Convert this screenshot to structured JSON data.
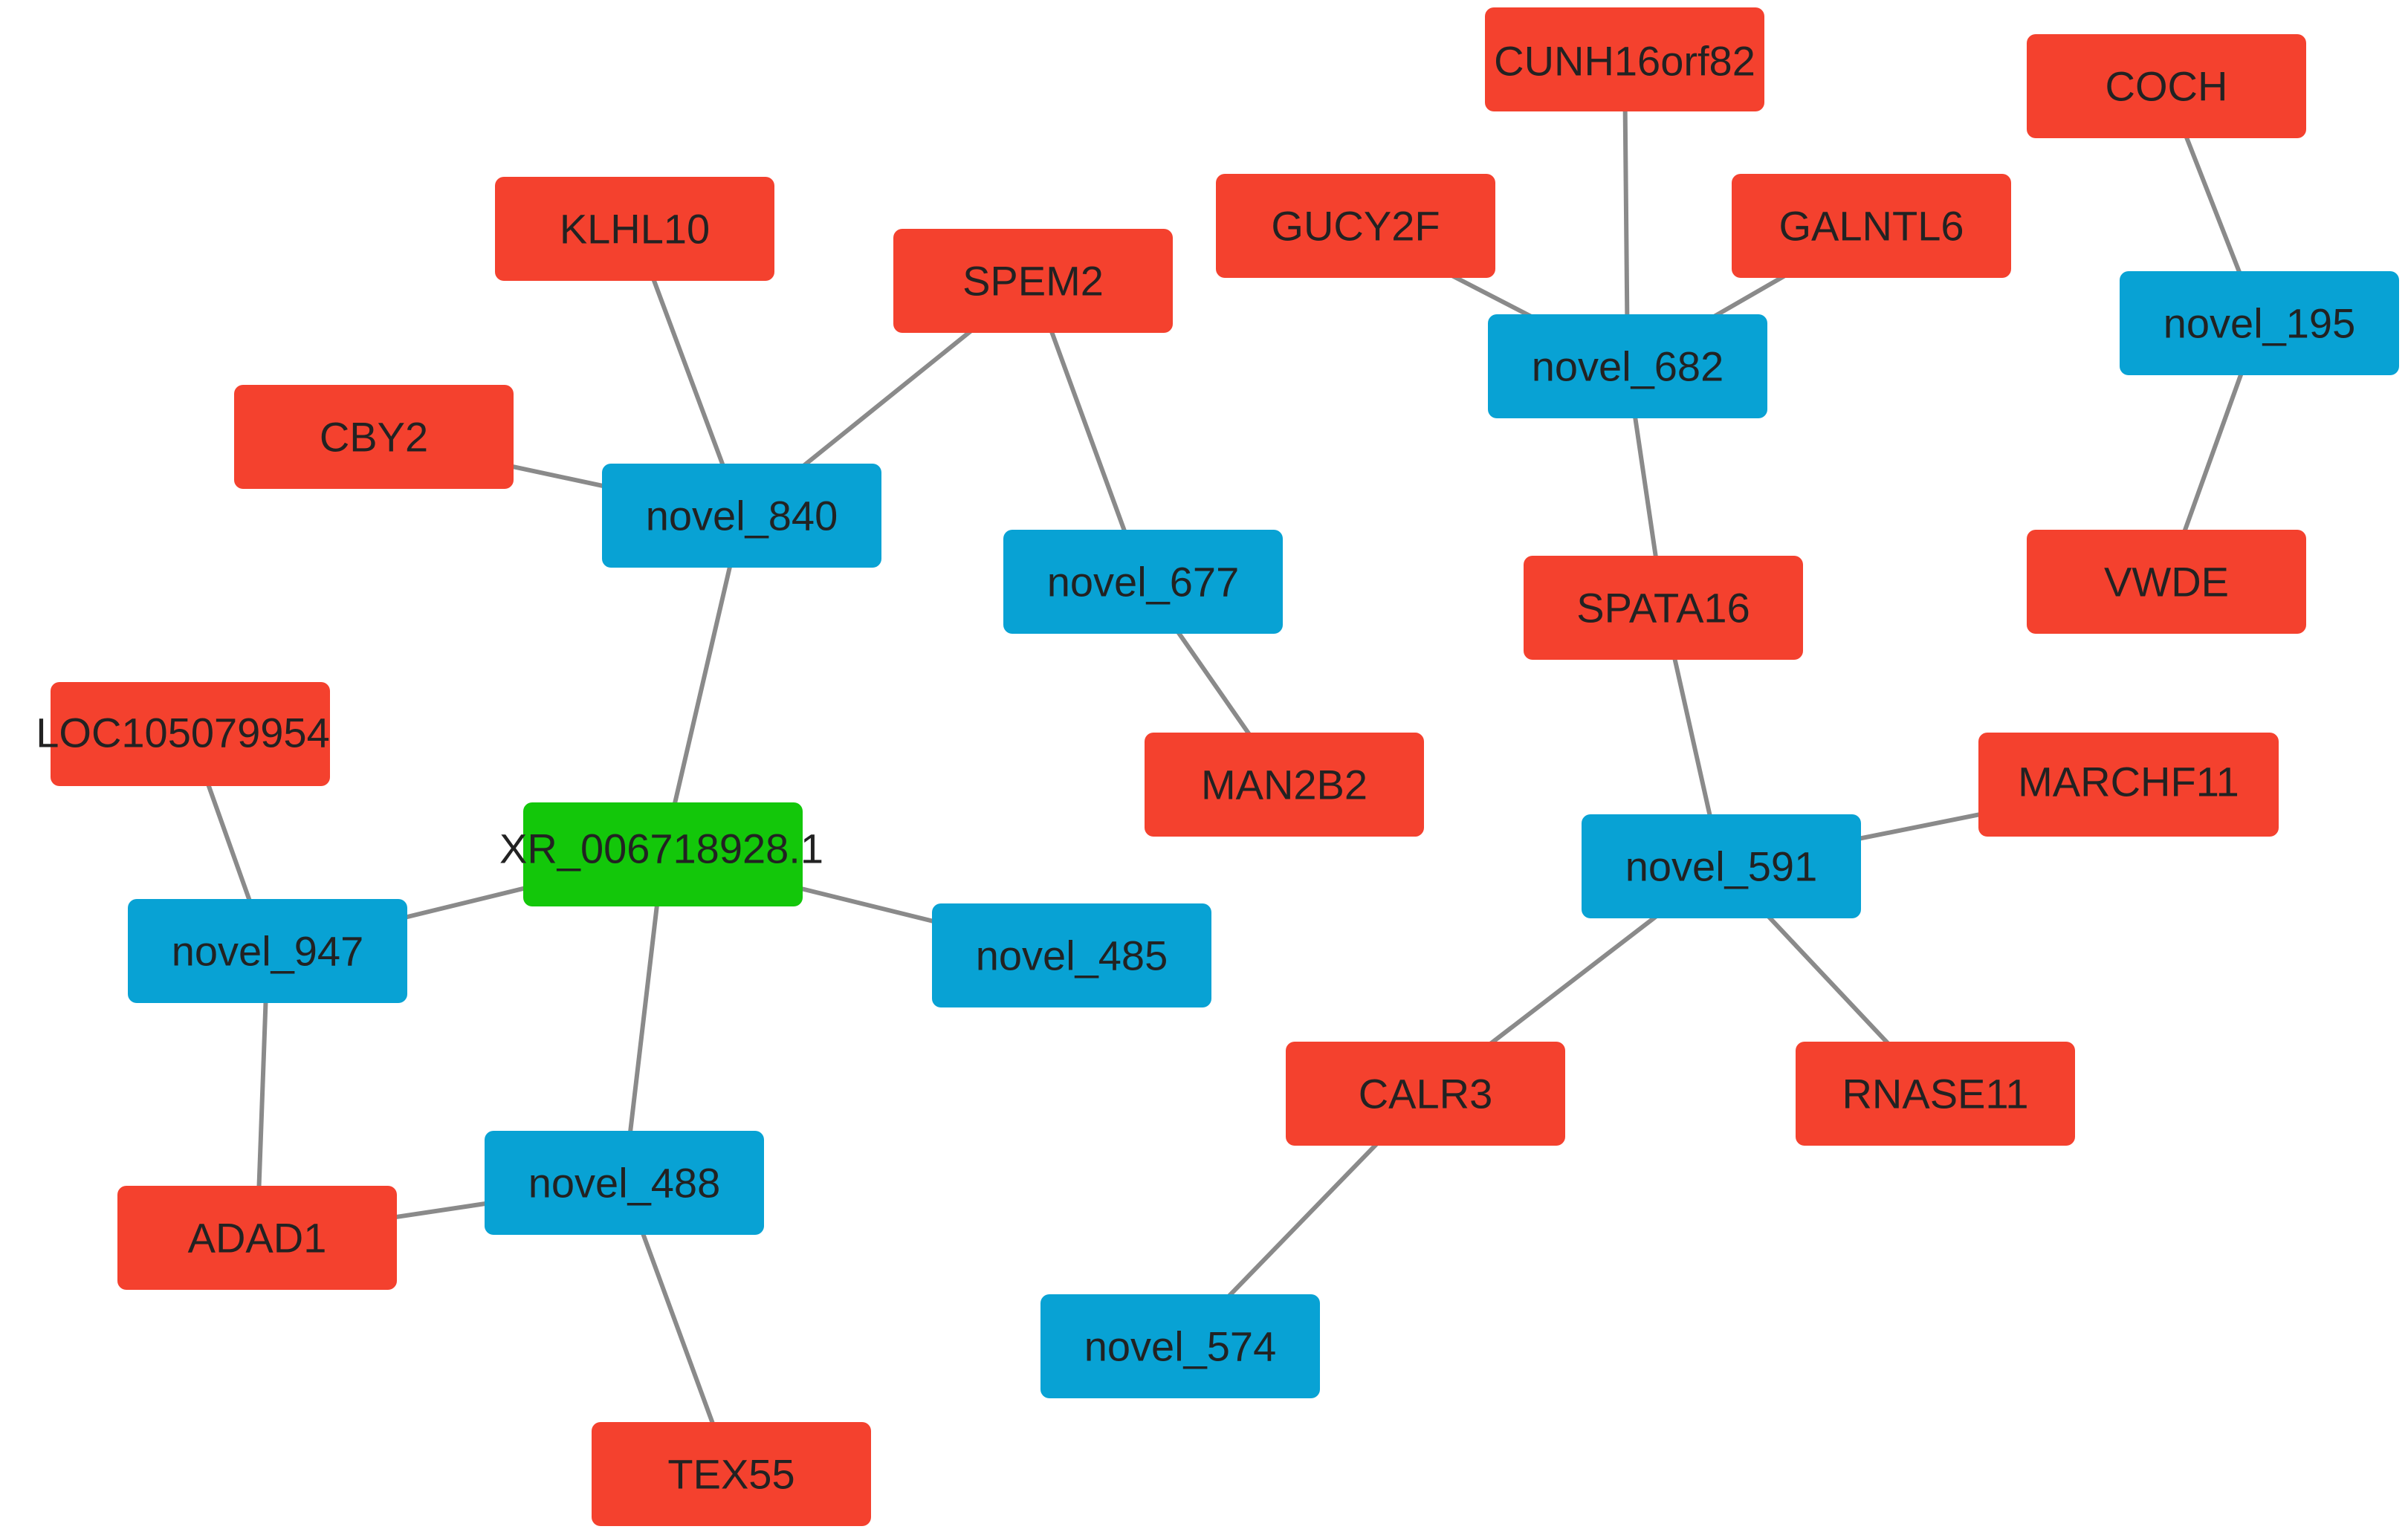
{
  "colors": {
    "mrna": "#f4412e",
    "mirna": "#08a2d4",
    "lncrna": "#13c70a",
    "edge": "#8a8a8a",
    "label": "#222222"
  },
  "nodes": [
    {
      "id": "CUNH16orf82",
      "label": "CUNH16orf82",
      "type": "mrna"
    },
    {
      "id": "COCH",
      "label": "COCH",
      "type": "mrna"
    },
    {
      "id": "KLHL10",
      "label": "KLHL10",
      "type": "mrna"
    },
    {
      "id": "GUCY2F",
      "label": "GUCY2F",
      "type": "mrna"
    },
    {
      "id": "GALNTL6",
      "label": "GALNTL6",
      "type": "mrna"
    },
    {
      "id": "SPEM2",
      "label": "SPEM2",
      "type": "mrna"
    },
    {
      "id": "novel_195",
      "label": "novel_195",
      "type": "mirna"
    },
    {
      "id": "novel_682",
      "label": "novel_682",
      "type": "mirna"
    },
    {
      "id": "CBY2",
      "label": "CBY2",
      "type": "mrna"
    },
    {
      "id": "novel_840",
      "label": "novel_840",
      "type": "mirna"
    },
    {
      "id": "novel_677",
      "label": "novel_677",
      "type": "mirna"
    },
    {
      "id": "VWDE",
      "label": "VWDE",
      "type": "mrna"
    },
    {
      "id": "SPATA16",
      "label": "SPATA16",
      "type": "mrna"
    },
    {
      "id": "LOC105079954",
      "label": "LOC105079954",
      "type": "mrna"
    },
    {
      "id": "MAN2B2",
      "label": "MAN2B2",
      "type": "mrna"
    },
    {
      "id": "MARCHF11",
      "label": "MARCHF11",
      "type": "mrna"
    },
    {
      "id": "XR_006718928.1",
      "label": "XR_006718928.1",
      "type": "lncrna"
    },
    {
      "id": "novel_591",
      "label": "novel_591",
      "type": "mirna"
    },
    {
      "id": "novel_947",
      "label": "novel_947",
      "type": "mirna"
    },
    {
      "id": "novel_485",
      "label": "novel_485",
      "type": "mirna"
    },
    {
      "id": "CALR3",
      "label": "CALR3",
      "type": "mrna"
    },
    {
      "id": "RNASE11",
      "label": "RNASE11",
      "type": "mrna"
    },
    {
      "id": "novel_488",
      "label": "novel_488",
      "type": "mirna"
    },
    {
      "id": "ADAD1",
      "label": "ADAD1",
      "type": "mrna"
    },
    {
      "id": "novel_574",
      "label": "novel_574",
      "type": "mirna"
    },
    {
      "id": "TEX55",
      "label": "TEX55",
      "type": "mrna"
    }
  ],
  "edges": [
    [
      "KLHL10",
      "novel_840"
    ],
    [
      "CBY2",
      "novel_840"
    ],
    [
      "SPEM2",
      "novel_840"
    ],
    [
      "novel_840",
      "XR_006718928.1"
    ],
    [
      "SPEM2",
      "novel_677"
    ],
    [
      "novel_677",
      "MAN2B2"
    ],
    [
      "XR_006718928.1",
      "novel_947"
    ],
    [
      "XR_006718928.1",
      "novel_485"
    ],
    [
      "XR_006718928.1",
      "novel_488"
    ],
    [
      "LOC105079954",
      "novel_947"
    ],
    [
      "novel_947",
      "ADAD1"
    ],
    [
      "ADAD1",
      "novel_488"
    ],
    [
      "novel_488",
      "TEX55"
    ],
    [
      "CUNH16orf82",
      "novel_682"
    ],
    [
      "GUCY2F",
      "novel_682"
    ],
    [
      "GALNTL6",
      "novel_682"
    ],
    [
      "novel_682",
      "SPATA16"
    ],
    [
      "SPATA16",
      "novel_591"
    ],
    [
      "MARCHF11",
      "novel_591"
    ],
    [
      "novel_591",
      "CALR3"
    ],
    [
      "novel_591",
      "RNASE11"
    ],
    [
      "CALR3",
      "novel_574"
    ],
    [
      "COCH",
      "novel_195"
    ],
    [
      "novel_195",
      "VWDE"
    ]
  ]
}
